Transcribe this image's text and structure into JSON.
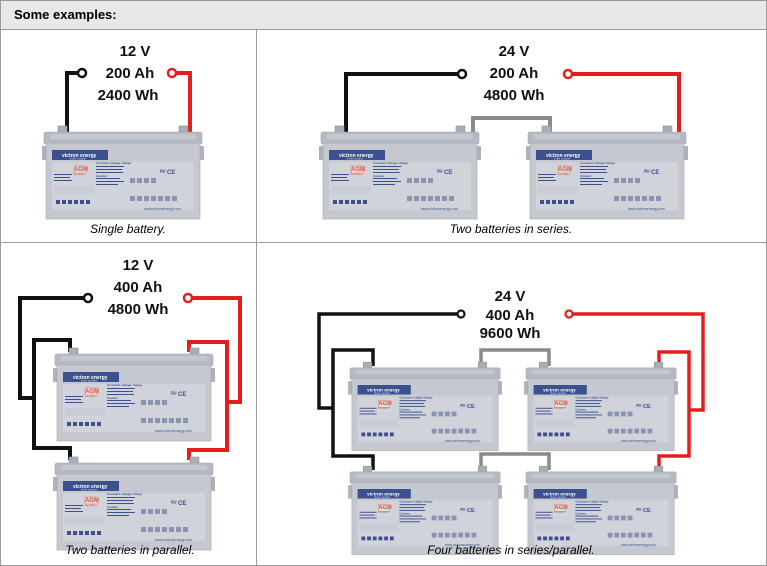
{
  "header": {
    "title": "Some examples:"
  },
  "battery": {
    "brand": "victron energy",
    "brand_sub": "blue power",
    "type": "AGM",
    "model": "12-200",
    "cv_title": "Constant voltage charge",
    "caution": "Caution",
    "cert": "ᴿᵁ CE",
    "url": "www.victronenergy.com"
  },
  "examples": [
    {
      "voltage": "12 V",
      "capacity": "200 Ah",
      "energy": "2400 Wh",
      "caption": "Single battery."
    },
    {
      "voltage": "24 V",
      "capacity": "200 Ah",
      "energy": "4800 Wh",
      "caption": "Two batteries in series."
    },
    {
      "voltage": "12 V",
      "capacity": "400 Ah",
      "energy": "4800 Wh",
      "caption": "Two batteries in parallel."
    },
    {
      "voltage": "24 V",
      "capacity": "400 Ah",
      "energy": "9600 Wh",
      "caption": "Four batteries in series/parallel."
    }
  ],
  "colors": {
    "battery_body": "#c5c8cf",
    "battery_top": "#b5b9c1",
    "label_blue": "#3c4f8e",
    "positive_wire": "#e31e1e",
    "negative_wire": "#111111",
    "link_wire": "#8a8a8a"
  }
}
